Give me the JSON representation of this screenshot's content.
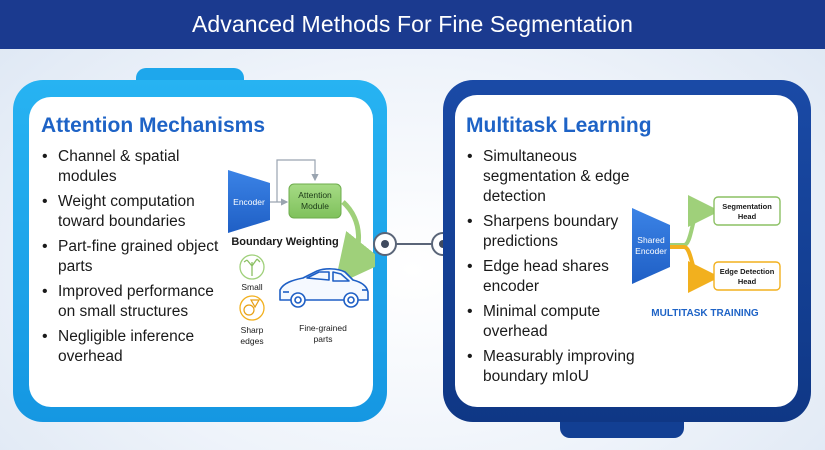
{
  "title": "Advanced Methods For Fine Segmentation",
  "colors": {
    "title_bar": "#1b3a8f",
    "left_panel": "#1ea7ec",
    "right_panel": "#123f93",
    "heading": "#1e63c6",
    "encoder_fill": "#2b6fd3",
    "attention_fill": "#8ccf6b",
    "green_arrow": "#9fd07a",
    "orange_arrow": "#f2b01e"
  },
  "left_panel": {
    "heading": "Attention Mechanisms",
    "bullets": [
      "Channel & spatial modules",
      "Weight computation toward boundaries",
      "Part-fine grained object parts",
      "Improved performance on small structures",
      "Negligible inference overhead"
    ],
    "diagram": {
      "encoder_label": "Encoder",
      "attention_label_line1": "Attention",
      "attention_label_line2": "Module",
      "caption": "Boundary Weighting",
      "small_label": "Small",
      "sharp_label_line1": "Sharp",
      "sharp_label_line2": "edges",
      "fine_label_line1": "Fine-grained",
      "fine_label_line2": "parts",
      "icons": [
        "plant-icon",
        "shapes-icon",
        "car-icon"
      ]
    }
  },
  "right_panel": {
    "heading": "Multitask Learning",
    "bullets": [
      "Simultaneous segmentation & edge detection",
      "Sharpens boundary predictions",
      "Edge head shares encoder",
      "Minimal compute overhead",
      "Measurably improving boundary mIoU"
    ],
    "diagram": {
      "encoder_line1": "Shared",
      "encoder_line2": "Encoder",
      "seg_line1": "Segmentation",
      "seg_line2": "Head",
      "edge_line1": "Edge Detection",
      "edge_line2": "Head",
      "caption": "MULTITASK TRAINING"
    }
  }
}
